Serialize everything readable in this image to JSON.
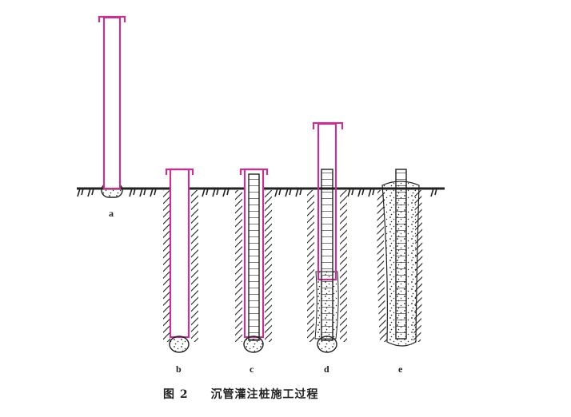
{
  "stages": [
    {
      "id": "a",
      "label": "a"
    },
    {
      "id": "b",
      "label": "b"
    },
    {
      "id": "c",
      "label": "c"
    },
    {
      "id": "d",
      "label": "d"
    },
    {
      "id": "e",
      "label": "e"
    }
  ],
  "caption": {
    "figure_number": "图 2",
    "title": "沉管灌注桩施工过程"
  },
  "colors": {
    "casing": "#c0368f",
    "ink": "#222222",
    "background": "#ffffff"
  }
}
